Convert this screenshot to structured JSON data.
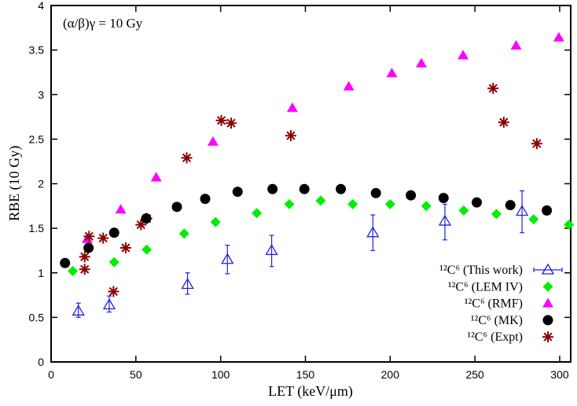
{
  "chart_data": {
    "type": "scatter",
    "title": "",
    "annotation": "(α/β)γ = 10 Gy",
    "xlabel": "LET (keV/μm)",
    "ylabel": "RBE (10 Gy)",
    "xlim": [
      0,
      306.5
    ],
    "ylim": [
      0,
      4
    ],
    "xticks": [
      "0",
      "50",
      "100",
      "150",
      "200",
      "250",
      "300"
    ],
    "yticks": [
      "0",
      "0.5",
      "1",
      "1.5",
      "2",
      "2.5",
      "3",
      "3.5",
      "4"
    ],
    "grid": false,
    "legend_position": "bottom-right",
    "series": [
      {
        "name": "¹²C⁶ (This work)",
        "marker": "open-triangle-errorbar",
        "color": "#2020e0",
        "x": [
          16.1,
          34.3,
          80.5,
          104,
          130.1,
          189.8,
          232.3,
          277.8
        ],
        "y": [
          0.57,
          0.64,
          0.87,
          1.15,
          1.25,
          1.45,
          1.58,
          1.69
        ],
        "y_low": [
          0.5,
          0.56,
          0.76,
          0.99,
          1.07,
          1.25,
          1.37,
          1.45
        ],
        "y_high": [
          0.66,
          0.74,
          1.0,
          1.31,
          1.42,
          1.65,
          1.77,
          1.92
        ]
      },
      {
        "name": "¹²C⁶ (LEM IV)",
        "marker": "diamond",
        "color": "#00ee00",
        "x": [
          12.8,
          37.2,
          56.4,
          78.5,
          97,
          121.3,
          140.5,
          159,
          177.9,
          200,
          221.3,
          243.4,
          262.7,
          284.6,
          305.4
        ],
        "y": [
          1.02,
          1.12,
          1.26,
          1.44,
          1.57,
          1.67,
          1.77,
          1.81,
          1.77,
          1.77,
          1.75,
          1.7,
          1.66,
          1.6,
          1.54
        ]
      },
      {
        "name": "¹²C⁶ (RMF)",
        "marker": "triangle",
        "color": "#ff00ff",
        "x": [
          21.3,
          41.1,
          62,
          95.5,
          142.3,
          175.6,
          201,
          218.4,
          243,
          274.3,
          299.5
        ],
        "y": [
          1.38,
          1.71,
          2.07,
          2.47,
          2.85,
          3.09,
          3.24,
          3.35,
          3.44,
          3.55,
          3.64
        ]
      },
      {
        "name": "¹²C⁶ (MK)",
        "marker": "circle",
        "color": "#000000",
        "x": [
          8.2,
          22.1,
          37.2,
          56.1,
          74.2,
          90.9,
          110,
          130.6,
          149.4,
          170.9,
          191.6,
          212.2,
          231.5,
          251.1,
          270.9,
          292.4
        ],
        "y": [
          1.11,
          1.28,
          1.45,
          1.61,
          1.74,
          1.83,
          1.91,
          1.94,
          1.94,
          1.94,
          1.895,
          1.87,
          1.84,
          1.79,
          1.76,
          1.7
        ]
      },
      {
        "name": "¹²C⁶ (Expt)",
        "marker": "asterisk",
        "color": "#8b0000",
        "x": [
          19.8,
          19.8,
          22.4,
          30.7,
          36.8,
          44,
          53,
          56.4,
          80,
          100.4,
          106.2,
          141.4,
          260.7,
          267,
          286.5
        ],
        "y": [
          1.04,
          1.18,
          1.41,
          1.39,
          0.79,
          1.28,
          1.54,
          1.61,
          2.29,
          2.71,
          2.68,
          2.54,
          3.07,
          2.69,
          2.45
        ]
      }
    ]
  }
}
